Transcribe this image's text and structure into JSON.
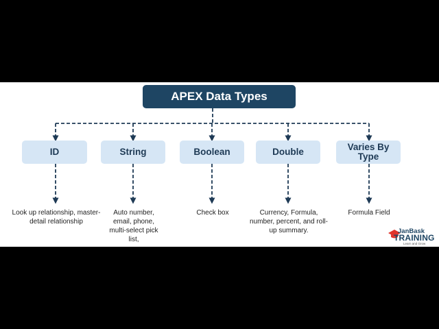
{
  "diagram": {
    "title": "APEX Data Types",
    "categories": [
      {
        "label": "ID",
        "description": "Look up relationship, master-detail relationship"
      },
      {
        "label": "String",
        "description": "Auto number, email, phone, multi-select pick list,"
      },
      {
        "label": "Boolean",
        "description": "Check box"
      },
      {
        "label": "Double",
        "description": "Currency, Formula, number, percent, and roll-up summary."
      },
      {
        "label": "Varies By Type",
        "description": "Formula Field"
      }
    ]
  },
  "logo": {
    "brand_top": "JanBask",
    "brand_main": "TRAINING",
    "tagline": "Learn and Grow",
    "icon": "graduation-cap-icon"
  },
  "colors": {
    "title_bg": "#1e4563",
    "box_bg": "#d6e6f5",
    "connector": "#1e3a55",
    "logo_accent": "#e0332c"
  }
}
